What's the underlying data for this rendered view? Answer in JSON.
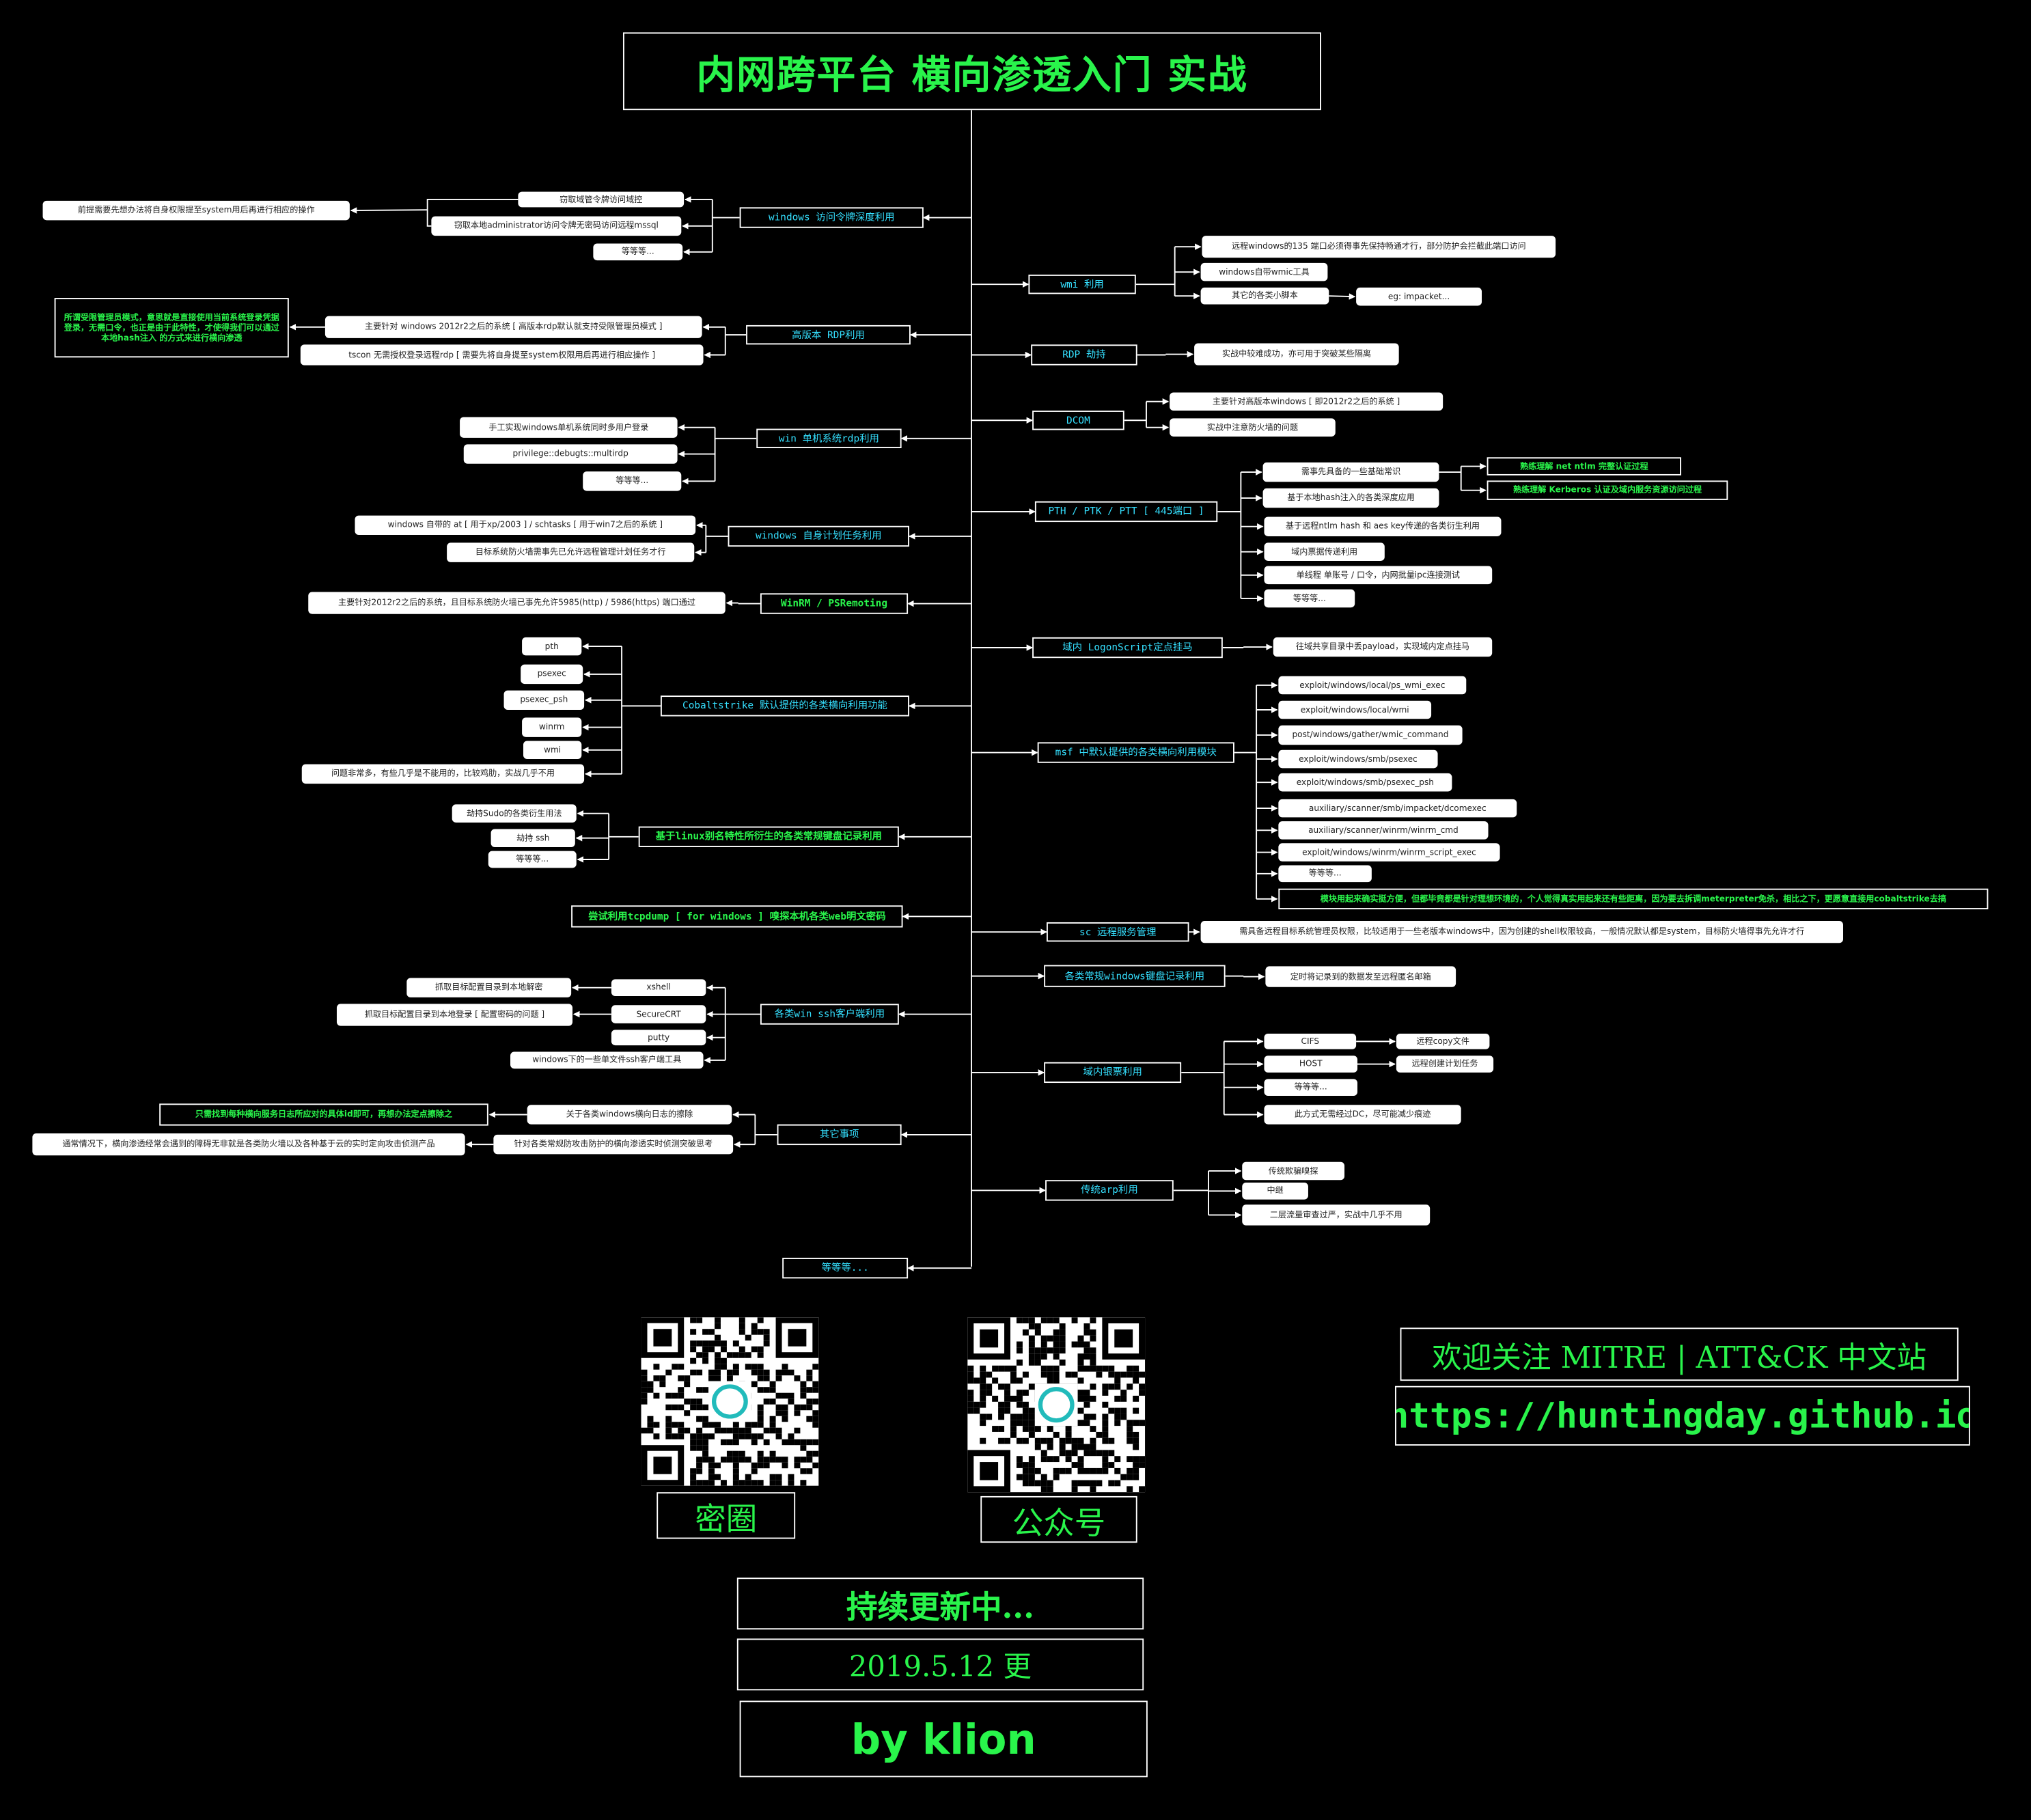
{
  "title": "内网跨平台 横向渗透入门 实战",
  "left": [
    {
      "label": "windows 访问令牌深度利用",
      "children": [
        "窃取域管令牌访问域控",
        "窃取本地administrator访问令牌无密码访问远程mssql",
        "等等等..."
      ],
      "extra": "前提需要先想办法将自身权限提至system用后再进行相应的操作"
    },
    {
      "label": "高版本 RDP利用",
      "children": [
        "主要针对 windows 2012r2之后的系统 [ 高版本rdp默认就支持受限管理员模式 ]",
        "tscon 无需授权登录远程rdp [ 需要先将自身提至system权限用后再进行相应操作 ]"
      ],
      "note": "所谓受限管理员模式，意思就是直接使用当前系统登录凭据登录，无需口令，也正是由于此特性，才使得我们可以通过 本地hash注入 的方式来进行横向渗透"
    },
    {
      "label": "win 单机系统rdp利用",
      "children": [
        "手工实现windows单机系统同时多用户登录",
        "privilege::debugts::multirdp",
        "等等等..."
      ]
    },
    {
      "label": "windows 自身计划任务利用",
      "children": [
        "windows 自带的 at [ 用于xp/2003 ] / schtasks [ 用于win7之后的系统 ]",
        "目标系统防火墙需事先已允许远程管理计划任务才行"
      ]
    },
    {
      "label": "WinRM / PSRemoting",
      "children": [
        "主要针对2012r2之后的系统，且目标系统防火墙已事先允许5985(http) / 5986(https) 端口通过"
      ]
    },
    {
      "label": "Cobaltstrike 默认提供的各类横向利用功能",
      "children": [
        "pth",
        "psexec",
        "psexec_psh",
        "winrm",
        "wmi",
        "问题非常多，有些几乎是不能用的，比较鸡肋，实战几乎不用"
      ]
    },
    {
      "label": "基于linux别名特性所衍生的各类常规键盘记录利用",
      "children": [
        "劫持Sudo的各类衍生用法",
        "劫持 ssh",
        "等等等..."
      ]
    },
    {
      "label": "尝试利用tcpdump [ for windows ] 嗅探本机各类web明文密码",
      "children": []
    },
    {
      "label": "各类win ssh客户端利用",
      "children": [
        "xshell",
        "SecureCRT",
        "putty",
        "windows下的一些单文件ssh客户端工具"
      ],
      "extras": [
        "抓取目标配置目录到本地解密",
        "抓取目标配置目录到本地登录 [ 配置密码的问题 ]"
      ]
    },
    {
      "label": "其它事项",
      "children": [
        "关于各类windows横向日志的擦除",
        "针对各类常规防攻击防护的横向渗透实时侦测突破思考"
      ],
      "extras": [
        "只需找到每种横向服务日志所应对的具体id即可，再想办法定点擦除之",
        "通常情况下，横向渗透经常会遇到的障碍无非就是各类防火墙以及各种基于云的实时定向攻击侦测产品"
      ]
    },
    {
      "label": "等等等...",
      "children": []
    }
  ],
  "right": [
    {
      "label": "wmi 利用",
      "children": [
        "远程windows的135 端口必须得事先保持畅通才行，部分防护会拦截此端口访问",
        "windows自带wmic工具",
        "其它的各类小脚本"
      ],
      "sub": "eg: impacket..."
    },
    {
      "label": "RDP 劫持",
      "children": [
        "实战中较难成功，亦可用于突破某些隔离"
      ]
    },
    {
      "label": "DCOM",
      "children": [
        "主要针对高版本windows [ 即2012r2之后的系统 ]",
        "实战中注意防火墙的问题"
      ]
    },
    {
      "label": "PTH / PTK / PTT [ 445端口 ]",
      "children": [
        "需事先具备的一些基础常识",
        "基于本地hash注入的各类深度应用",
        "基于远程ntlm hash 和 aes key传递的各类衍生利用",
        "域内票据传递利用",
        "单线程 单账号 / 口令，内网批量ipc连接测试",
        "等等等..."
      ],
      "green": [
        "熟练理解 net ntlm 完整认证过程",
        "熟练理解 Kerberos 认证及域内服务资源访问过程"
      ]
    },
    {
      "label": "域内 LogonScript定点挂马",
      "children": [
        "往域共享目录中丢payload，实现域内定点挂马"
      ]
    },
    {
      "label": "msf 中默认提供的各类横向利用模块",
      "children": [
        "exploit/windows/local/ps_wmi_exec",
        "exploit/windows/local/wmi",
        "post/windows/gather/wmic_command",
        "exploit/windows/smb/psexec",
        "exploit/windows/smb/psexec_psh",
        "auxiliary/scanner/smb/impacket/dcomexec",
        "auxiliary/scanner/winrm/winrm_cmd",
        "exploit/windows/winrm/winrm_script_exec",
        "等等等..."
      ],
      "note": "模块用起来确实挺方便，但都毕竟都是针对理想环境的，个人觉得真实用起来还有些距离，因为要去拆调meterpreter免杀，相比之下，更愿意直接用cobaltstrike去搞"
    },
    {
      "label": "sc 远程服务管理",
      "children": [
        "需具备远程目标系统管理员权限，比较适用于一些老版本windows中，因为创建的shell权限较高，一般情况默认都是system，目标防火墙得事先允许才行"
      ]
    },
    {
      "label": "各类常规windows键盘记录利用",
      "children": [
        "定时将记录到的数据发至远程匿名邮箱"
      ]
    },
    {
      "label": "域内银票利用",
      "children": [
        "CIFS",
        "HOST",
        "等等等...",
        "此方式无需经过DC，尽可能减少痕迹"
      ],
      "subs": [
        "远程copy文件",
        "远程创建计划任务"
      ]
    },
    {
      "label": "传统arp利用",
      "children": [
        "传统欺骗嗅探",
        "中继",
        "二层流量审查过严，实战中几乎不用"
      ]
    }
  ],
  "qr": [
    {
      "label": "密圈"
    },
    {
      "label": "公众号"
    }
  ],
  "promo": {
    "line1": "欢迎关注 MITRE | ATT&CK 中文站",
    "url": "https://huntingday.github.io"
  },
  "footer": {
    "status": "持续更新中...",
    "date": "2019.5.12 更",
    "author": "by klion"
  }
}
